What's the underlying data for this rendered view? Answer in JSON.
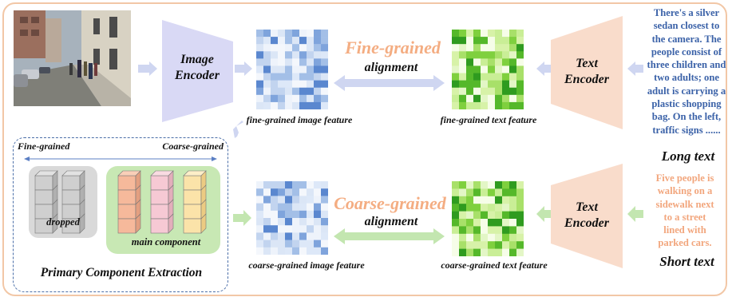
{
  "image_encoder": {
    "line1": "Image",
    "line2": "Encoder"
  },
  "text_encoder_top": {
    "line1": "Text",
    "line2": "Encoder"
  },
  "text_encoder_bottom": {
    "line1": "Text",
    "line2": "Encoder"
  },
  "fine": {
    "heading": "Fine-grained",
    "alignment": "alignment",
    "image_feature": "fine-grained image feature",
    "text_feature": "fine-grained text feature"
  },
  "coarse": {
    "heading": "Coarse-grained",
    "alignment": "alignment",
    "image_feature": "coarse-grained image feature",
    "text_feature": "coarse-grained text feature"
  },
  "long_text": {
    "lines": [
      "There's a silver",
      "sedan closest to",
      "the camera. The",
      "people consist of",
      "three children and",
      "two adults; one",
      "adult is carrying a",
      "plastic shopping",
      "bag. On the left,",
      "traffic signs ......"
    ],
    "caption": "Long text"
  },
  "short_text": {
    "lines": [
      "Five people is",
      "walking on a",
      "sidewalk next",
      "to a street",
      "lined with",
      "parked cars."
    ],
    "caption": "Short text"
  },
  "pce": {
    "left_label": "Fine-grained",
    "right_label": "Coarse-grained",
    "dropped": "dropped",
    "main": "main component",
    "title": "Primary Component Extraction"
  },
  "colors": {
    "encoder_image": "#d9d9f5",
    "encoder_text": "#f9dccb",
    "arrow_blue": "#cfd6f1",
    "arrow_green": "#c3e6b0",
    "accent_orange": "#f4ad82",
    "text_blue": "#3b62a8"
  },
  "photo": {
    "description_icon": "street-photo"
  }
}
